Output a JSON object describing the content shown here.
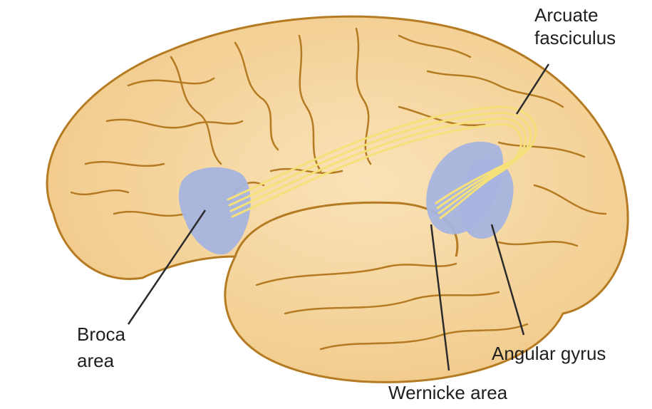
{
  "labels": {
    "arcuate_line1": "Arcuate",
    "arcuate_line2": "fasciculus",
    "broca_line1": "Broca",
    "broca_line2": "area",
    "angular": "Angular gyrus",
    "wernicke": "Wernicke area"
  },
  "colors": {
    "brain_fill": "#f3cf96",
    "brain_outline": "#b57b22",
    "sulcus": "#b57b22",
    "region_fill": "#a6b4df",
    "fasciculus": "#f5e07a",
    "leader_line": "#2b2b2b"
  }
}
